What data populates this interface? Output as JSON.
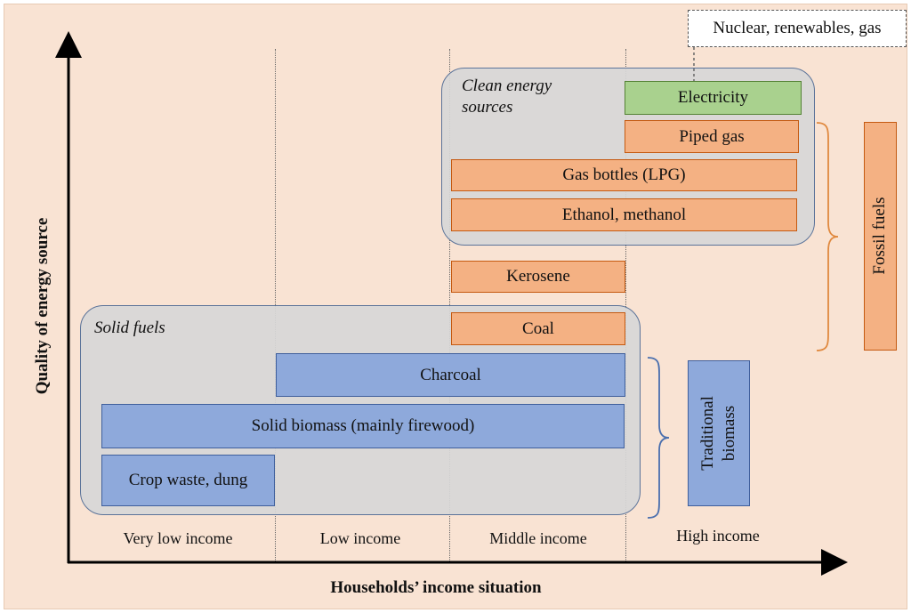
{
  "axes": {
    "x_label": "Households’ income situation",
    "y_label": "Quality of energy source"
  },
  "income_levels": [
    "Very low income",
    "Low income",
    "Middle income",
    "High income"
  ],
  "groups": {
    "clean": "Clean energy sources",
    "solid": "Solid fuels"
  },
  "sources": {
    "nuclear_note": "Nuclear, renewables, gas",
    "electricity": "Electricity",
    "piped_gas": "Piped gas",
    "gas_bottles": "Gas bottles (LPG)",
    "ethanol": "Ethanol, methanol",
    "kerosene": "Kerosene",
    "coal": "Coal",
    "charcoal": "Charcoal",
    "solid_biomass": "Solid biomass (mainly firewood)",
    "crop_waste": "Crop waste, dung"
  },
  "brackets": {
    "fossil": "Fossil fuels",
    "traditional": "Traditional biomass"
  },
  "colors": {
    "background": "#f9e3d3",
    "fossil_fill": "#f4b183",
    "biomass_fill": "#8ea9db",
    "electricity_fill": "#a9d18e",
    "group_fill": "#d7d7d7"
  }
}
